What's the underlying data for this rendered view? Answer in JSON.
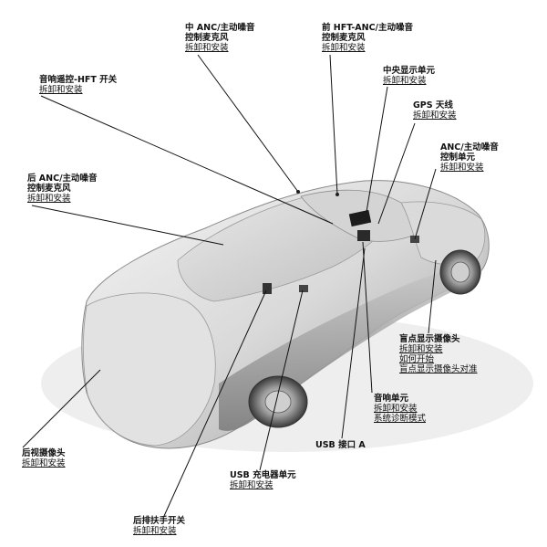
{
  "callouts": {
    "mid_anc_mic": {
      "title_1": "中 ANC/主动噪音",
      "title_2": "控制麦克风",
      "link": "拆卸和安装"
    },
    "front_hft_anc_mic": {
      "title_1": "前 HFT-ANC/主动噪音",
      "title_2": "控制麦克风",
      "link": "拆卸和安装"
    },
    "central_display": {
      "title": "中央显示单元",
      "link": "拆卸和安装"
    },
    "audio_remote_hft": {
      "title": "音响遥控-HFT 开关",
      "link": "拆卸和安装"
    },
    "gps_antenna": {
      "title": "GPS 天线",
      "link": "拆卸和安装"
    },
    "anc_control_unit": {
      "title_1": "ANC/主动噪音",
      "title_2": "控制单元",
      "link": "拆卸和安装"
    },
    "rear_anc_mic": {
      "title_1": "后 ANC/主动噪音",
      "title_2": "控制麦克风",
      "link": "拆卸和安装"
    },
    "blind_spot_camera": {
      "title": "盲点显示摄像头",
      "link_1": "拆卸和安装",
      "link_2": "如何开始",
      "link_3": "盲点显示摄像头对准"
    },
    "audio_unit": {
      "title": "音响单元",
      "link_1": "拆卸和安装",
      "link_2": "系统诊断模式"
    },
    "usb_port_a": {
      "title": "USB 接口 A"
    },
    "rear_view_camera": {
      "title": "后视摄像头",
      "link": "拆卸和安装"
    },
    "usb_charger": {
      "title": "USB 充电器单元",
      "link": "拆卸和安装"
    },
    "rear_armrest_switch": {
      "title": "后排扶手开关",
      "link": "拆卸和安装"
    }
  }
}
